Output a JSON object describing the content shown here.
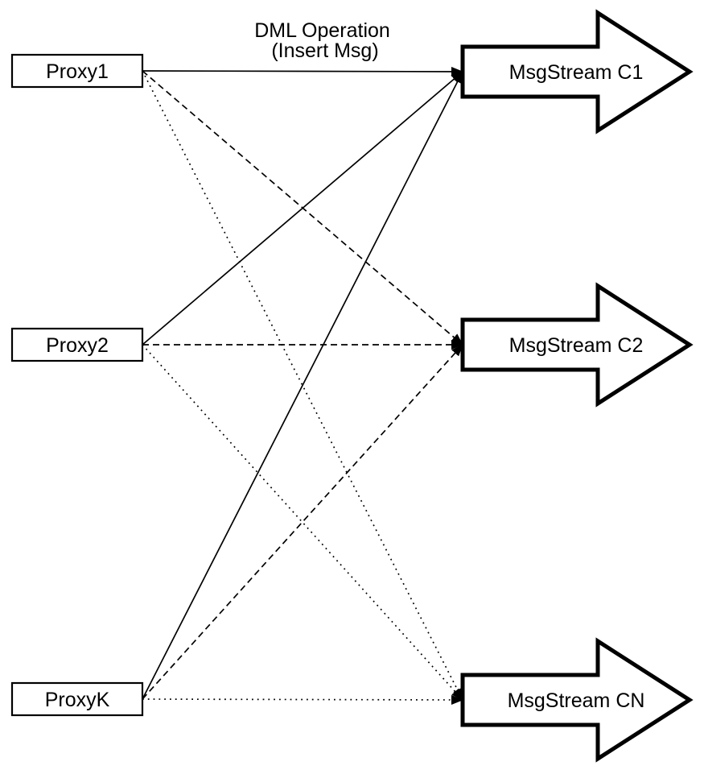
{
  "title": {
    "line1": "DML Operation",
    "line2": "(Insert Msg)"
  },
  "proxies": [
    {
      "id": "proxy1",
      "label": "Proxy1"
    },
    {
      "id": "proxy2",
      "label": "Proxy2"
    },
    {
      "id": "proxyk",
      "label": "ProxyK"
    }
  ],
  "streams": [
    {
      "id": "c1",
      "label": "MsgStream C1"
    },
    {
      "id": "c2",
      "label": "MsgStream C2"
    },
    {
      "id": "cn",
      "label": "MsgStream CN"
    }
  ],
  "connections": [
    {
      "from": "proxy1",
      "to": "c1",
      "style": "solid"
    },
    {
      "from": "proxy1",
      "to": "c2",
      "style": "dashed"
    },
    {
      "from": "proxy1",
      "to": "cn",
      "style": "dotted"
    },
    {
      "from": "proxy2",
      "to": "c1",
      "style": "solid"
    },
    {
      "from": "proxy2",
      "to": "c2",
      "style": "dashed"
    },
    {
      "from": "proxy2",
      "to": "cn",
      "style": "dotted"
    },
    {
      "from": "proxyk",
      "to": "c1",
      "style": "solid"
    },
    {
      "from": "proxyk",
      "to": "c2",
      "style": "dashed"
    },
    {
      "from": "proxyk",
      "to": "cn",
      "style": "dotted"
    }
  ],
  "colors": {
    "stroke": "#000000",
    "fill": "#ffffff",
    "text": "#000000",
    "background": "#ffffff"
  }
}
